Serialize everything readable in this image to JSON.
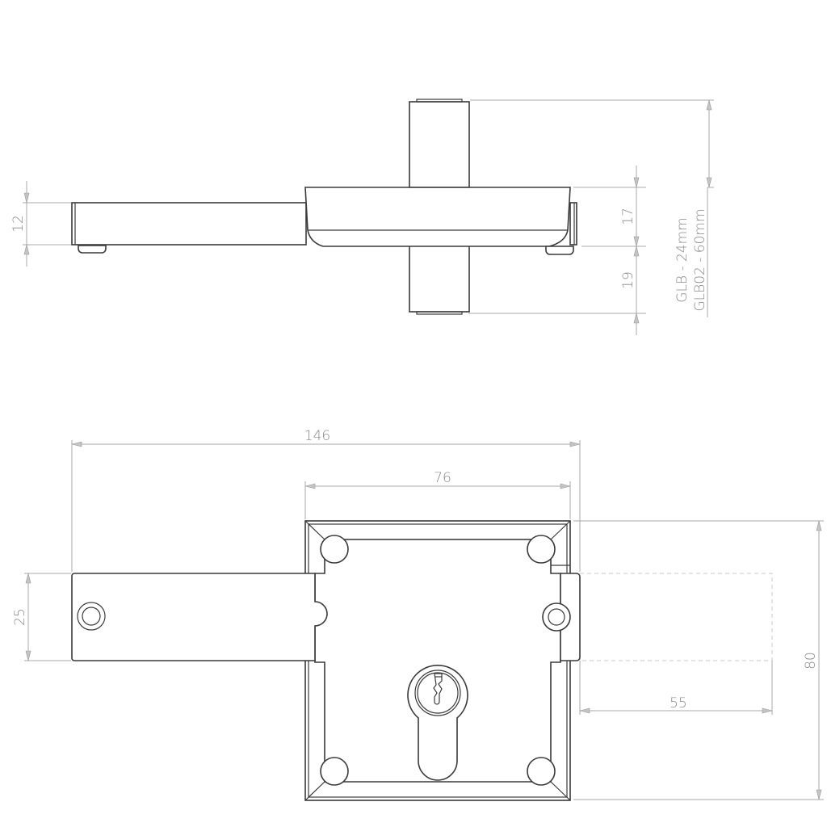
{
  "drawing": {
    "title": "Rim lock technical drawing",
    "colors": {
      "line": "#3a3a3a",
      "dimension": "#a8a8a8",
      "dimension_text": "#8a8a8a",
      "background": "#ffffff"
    }
  },
  "top_view": {
    "dimensions": {
      "bolt_thickness": "12",
      "body_depth": "17",
      "cylinder_projection": "19",
      "cylinder_length_line1": "GLB - 24mm",
      "cylinder_length_line2": "GLB02 - 60mm"
    }
  },
  "front_view": {
    "dimensions": {
      "overall_width": "146",
      "case_width": "76",
      "bolt_height": "25",
      "case_height": "80",
      "bolt_throw": "55"
    }
  }
}
